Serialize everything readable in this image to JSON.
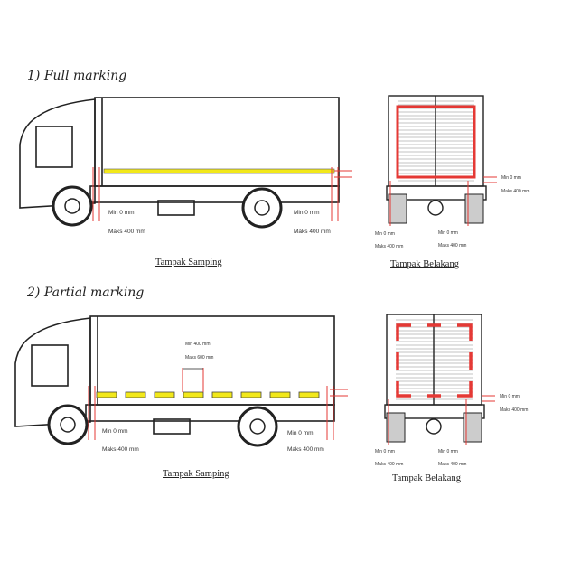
{
  "sections": [
    {
      "title": "1)  Full marking",
      "side_caption": "Tampak Samping",
      "rear_caption": "Tampak Belakang",
      "side_labels": {
        "front_min": "Min 0 mm",
        "front_max": "Maks 400 mm",
        "rear_min": "Min 0 mm",
        "rear_max": "Maks 400 mm"
      },
      "rear_labels": {
        "side_min": "Min 0 mm",
        "side_max": "Maks 400 mm",
        "left_min": "Min 0 mm",
        "left_max": "Maks 400 mm",
        "right_min": "Min 0 mm",
        "right_max": "Maks 400 mm"
      }
    },
    {
      "title": "2)  Partial marking",
      "side_caption": "Tampak Samping",
      "rear_caption": "Tampak Belakang",
      "side_labels": {
        "gap_min": "Min 400 mm",
        "gap_max": "Maks 600 mm",
        "front_min": "Min 0 mm",
        "front_max": "Maks 400 mm",
        "rear_min": "Min 0 mm",
        "rear_max": "Maks 400 mm"
      },
      "rear_labels": {
        "side_min": "Min 0 mm",
        "side_max": "Maks 400 mm",
        "left_min": "Min 0 mm",
        "left_max": "Maks 400 mm",
        "right_min": "Min 0 mm",
        "right_max": "Maks 400 mm"
      }
    }
  ],
  "colors": {
    "marking_side": "#f2e81a",
    "marking_rear": "#e53935",
    "line": "#222222"
  }
}
